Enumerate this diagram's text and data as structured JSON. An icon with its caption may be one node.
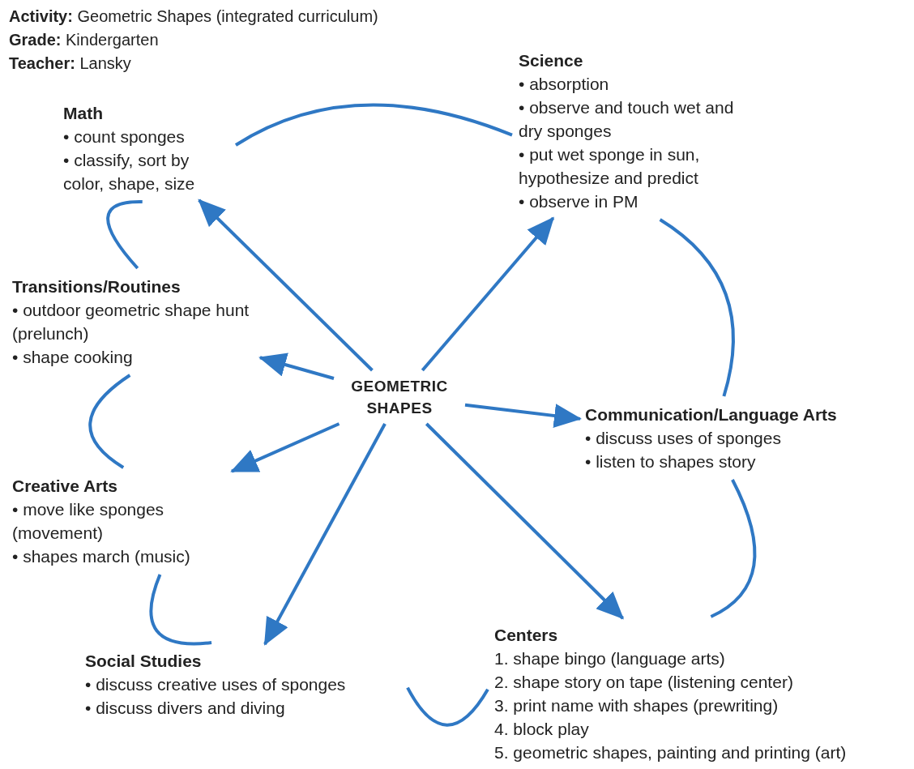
{
  "diagram": {
    "nodes": [
      {
        "text": [
          "GEOMETRIC SHAPES"
        ]
      },
      {
        "text": [
          "Math",
          "• count sponges",
          "• classify, sort by color, shape, size"
        ]
      },
      {
        "text": [
          "Science",
          "• absorption",
          "• observe and touch wet and dry sponges",
          "• put wet sponge in sun, hypothesize and predict",
          "• observe in PM"
        ]
      },
      {
        "text": [
          "Transitions/Routines",
          "• outdoor geometric shape hunt (prelunch)",
          "• shape cooking"
        ]
      },
      {
        "text": [
          "Communication/Language Arts",
          "• discuss uses of sponges",
          "• listen to shapes story"
        ]
      },
      {
        "text": [
          "Creative Arts",
          "• move like sponges (movement)",
          "• shapes march (music)"
        ]
      },
      {
        "text": [
          "Social Studies",
          "• discuss creative uses of sponges",
          "• discuss divers and diving"
        ]
      },
      {
        "text": [
          "Centers",
          "1. shape bingo (language arts)",
          "2. shape story on tape (listening center)",
          "3. print name with shapes (prewriting)",
          "4. block play",
          "5. geometric shapes, painting and printing (art)"
        ]
      }
    ],
    "edges": [
      {
        "from": 0,
        "to": 1,
        "arrow": "to"
      },
      {
        "from": 0,
        "to": 2,
        "arrow": "to"
      },
      {
        "from": 0,
        "to": 3,
        "arrow": "to"
      },
      {
        "from": 0,
        "to": 4,
        "arrow": "to"
      },
      {
        "from": 0,
        "to": 5,
        "arrow": "to"
      },
      {
        "from": 0,
        "to": 6,
        "arrow": "to"
      },
      {
        "from": 0,
        "to": 7,
        "arrow": "to"
      },
      {
        "from": 1,
        "to": 2,
        "arrow": "none"
      },
      {
        "from": 2,
        "to": 4,
        "arrow": "none"
      },
      {
        "from": 4,
        "to": 7,
        "arrow": "none"
      },
      {
        "from": 7,
        "to": 6,
        "arrow": "none"
      },
      {
        "from": 6,
        "to": 5,
        "arrow": "none"
      },
      {
        "from": 5,
        "to": 3,
        "arrow": "none"
      },
      {
        "from": 3,
        "to": 1,
        "arrow": "none"
      }
    ],
    "labels": [
      "**Activity:** Geometric Shapes (integrated curriculum)",
      "**Grade:** Kindergarten",
      "**Teacher:** Lansky"
    ]
  }
}
